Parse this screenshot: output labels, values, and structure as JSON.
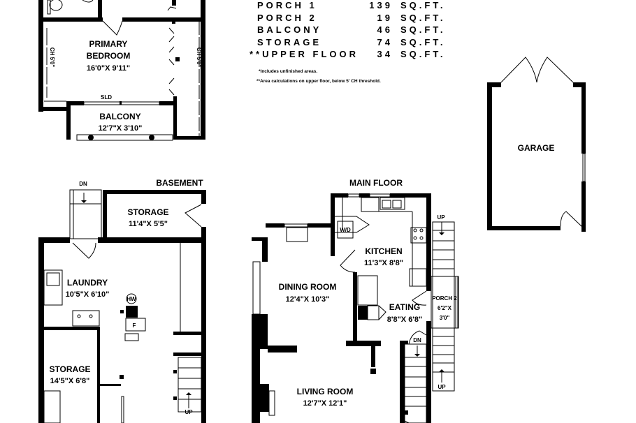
{
  "area_table": {
    "rows": [
      {
        "label": "PORCH 1",
        "value": "139",
        "unit": "SQ.FT."
      },
      {
        "label": "PORCH 2",
        "value": "19",
        "unit": "SQ.FT."
      },
      {
        "label": "BALCONY",
        "value": "46",
        "unit": "SQ.FT."
      },
      {
        "label": "STORAGE",
        "value": "74",
        "unit": "SQ.FT."
      },
      {
        "label": "**UPPER FLOOR",
        "value": "34",
        "unit": "SQ.FT."
      }
    ],
    "notes": [
      "*Includes unfinished areas.",
      "**Area calculations on upper floor, below 5' CH threshold."
    ]
  },
  "upper_floor": {
    "primary_bedroom": {
      "name_line1": "PRIMARY",
      "name_line2": "BEDROOM",
      "dims": "16'0\"X  9'11\""
    },
    "ch_left": "CH 5'0\"",
    "ch_right": "CH 5'0\"",
    "sld": "SLD",
    "balcony": {
      "name": "BALCONY",
      "dims": "12'7\"X  3'10\""
    }
  },
  "basement": {
    "title": "BASEMENT",
    "dn": "DN",
    "up": "UP",
    "storage_top": {
      "name": "STORAGE",
      "dims": "11'4\"X  5'5\""
    },
    "laundry": {
      "name": "LAUNDRY",
      "dims": "10'5\"X  6'10\""
    },
    "hw": "HW",
    "f": "F",
    "storage_bottom": {
      "name": "STORAGE",
      "dims": "14'5\"X  6'8\""
    }
  },
  "main_floor": {
    "title": "MAIN FLOOR",
    "wd": "W/D",
    "kitchen": {
      "name": "KITCHEN",
      "dims": "11'3\"X  8'8\""
    },
    "dining": {
      "name": "DINING ROOM",
      "dims": "12'4\"X  10'3\""
    },
    "eating": {
      "name": "EATING",
      "dims": "8'8\"X  6'8\""
    },
    "porch2": {
      "name": "PORCH 2",
      "dims1": "6'2\"X",
      "dims2": "3'0\""
    },
    "living": {
      "name": "LIVING ROOM",
      "dims": "12'7\"X  12'1\""
    },
    "up_top": "UP",
    "dn": "DN",
    "up_bottom": "UP"
  },
  "garage": {
    "name": "GARAGE"
  }
}
